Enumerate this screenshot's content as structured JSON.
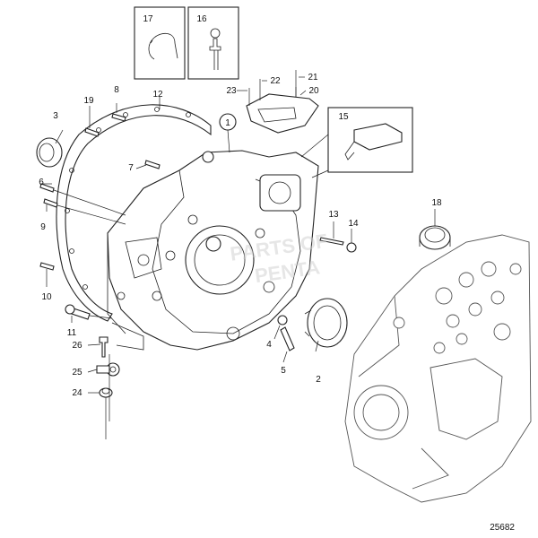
{
  "figure_ref": "25682",
  "callouts": {
    "c1": "1",
    "c2": "2",
    "c3": "3",
    "c4": "4",
    "c5": "5",
    "c6": "6",
    "c7": "7",
    "c8": "8",
    "c9": "9",
    "c10": "10",
    "c11": "11",
    "c12": "12",
    "c13": "13",
    "c14": "14",
    "c15": "15",
    "c16": "16",
    "c17": "17",
    "c18": "18",
    "c19": "19",
    "c20": "20",
    "c21": "21",
    "c22": "22",
    "c23": "23",
    "c24": "24",
    "c25": "25",
    "c26": "26"
  },
  "watermark": [
    "PARTS OF",
    "PENTA"
  ]
}
